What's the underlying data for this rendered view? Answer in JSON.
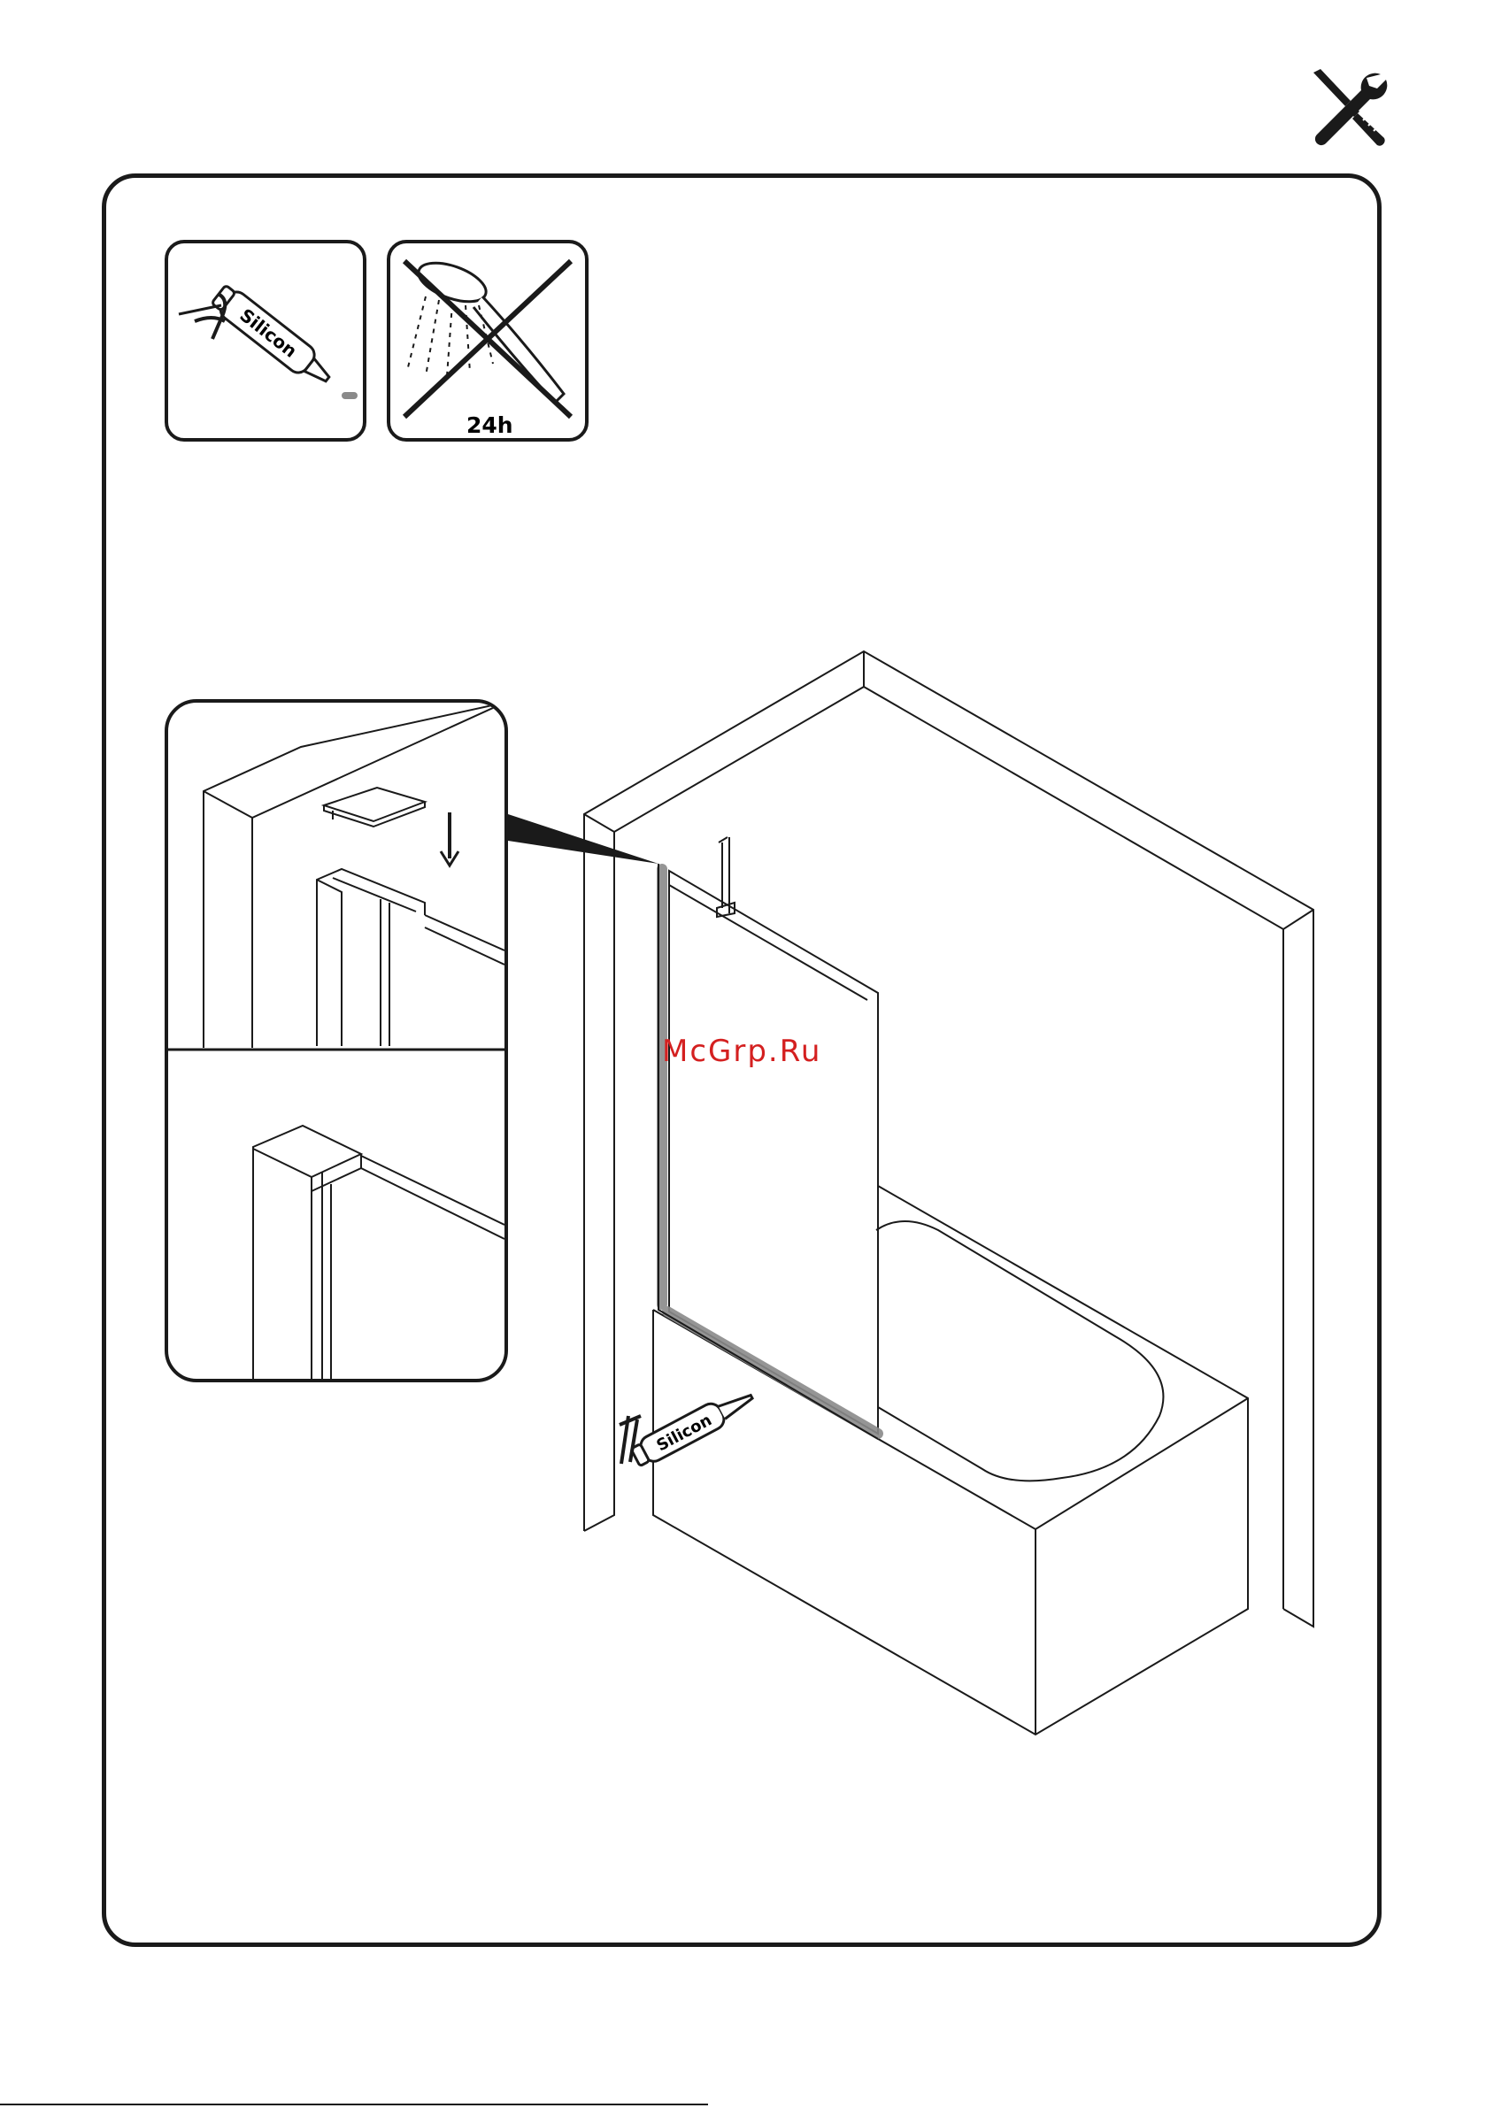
{
  "page": {
    "silicon_label": "Silicon",
    "cure_time": "24h",
    "watermark": "McGrp.Ru"
  },
  "icons": {
    "header": "tools-icon",
    "step_1": "silicon-tube-icon",
    "step_2": "no-shower-icon"
  },
  "colors": {
    "line": "#1a1a1a",
    "silicone_bead": "#8a8a8a",
    "watermark": "#d42020"
  }
}
